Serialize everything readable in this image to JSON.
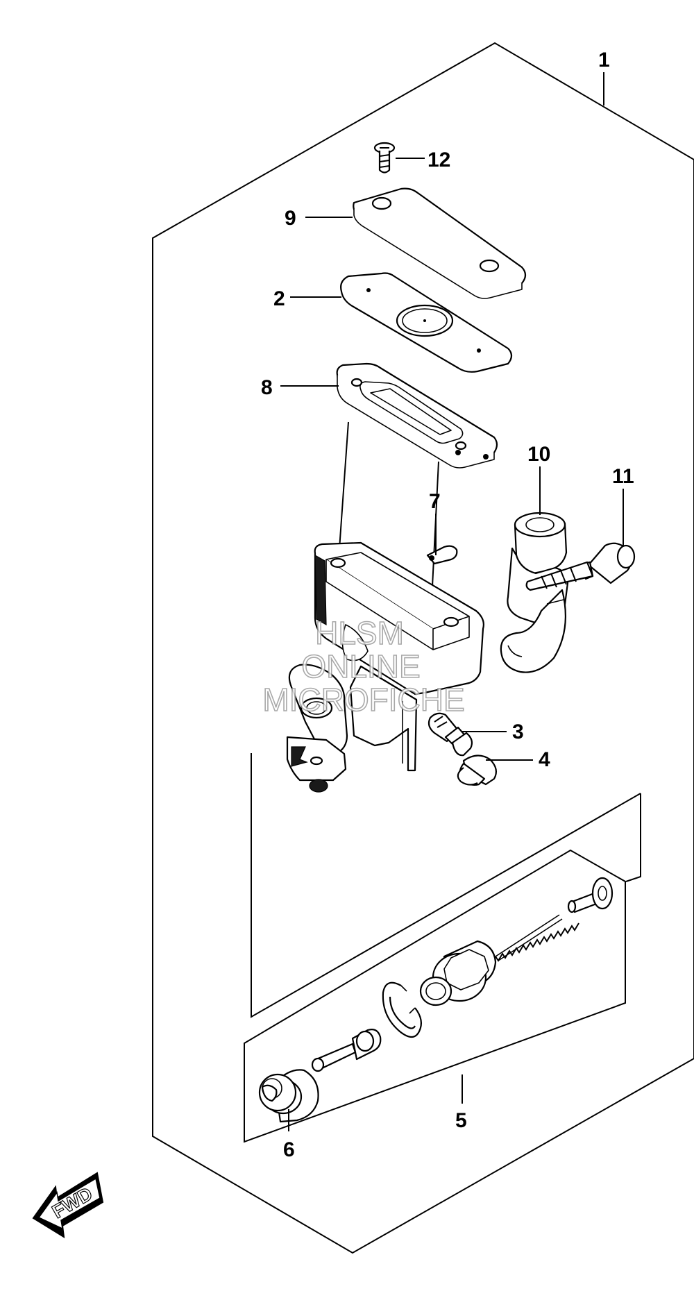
{
  "labels": {
    "p1": "1",
    "p2": "2",
    "p3": "3",
    "p4": "4",
    "p5": "5",
    "p6": "6",
    "p7": "7",
    "p8": "8",
    "p9": "9",
    "p10": "10",
    "p11": "11",
    "p12": "12"
  },
  "watermark": {
    "line1": "HLSM",
    "line2": "ONLINE",
    "line3": "MICROFICHE"
  },
  "direction": {
    "text": "FWD",
    "icon": "fwd-arrow-icon"
  },
  "colors": {
    "line": "#000000",
    "background": "#ffffff",
    "watermark": "#9a9a9a"
  }
}
